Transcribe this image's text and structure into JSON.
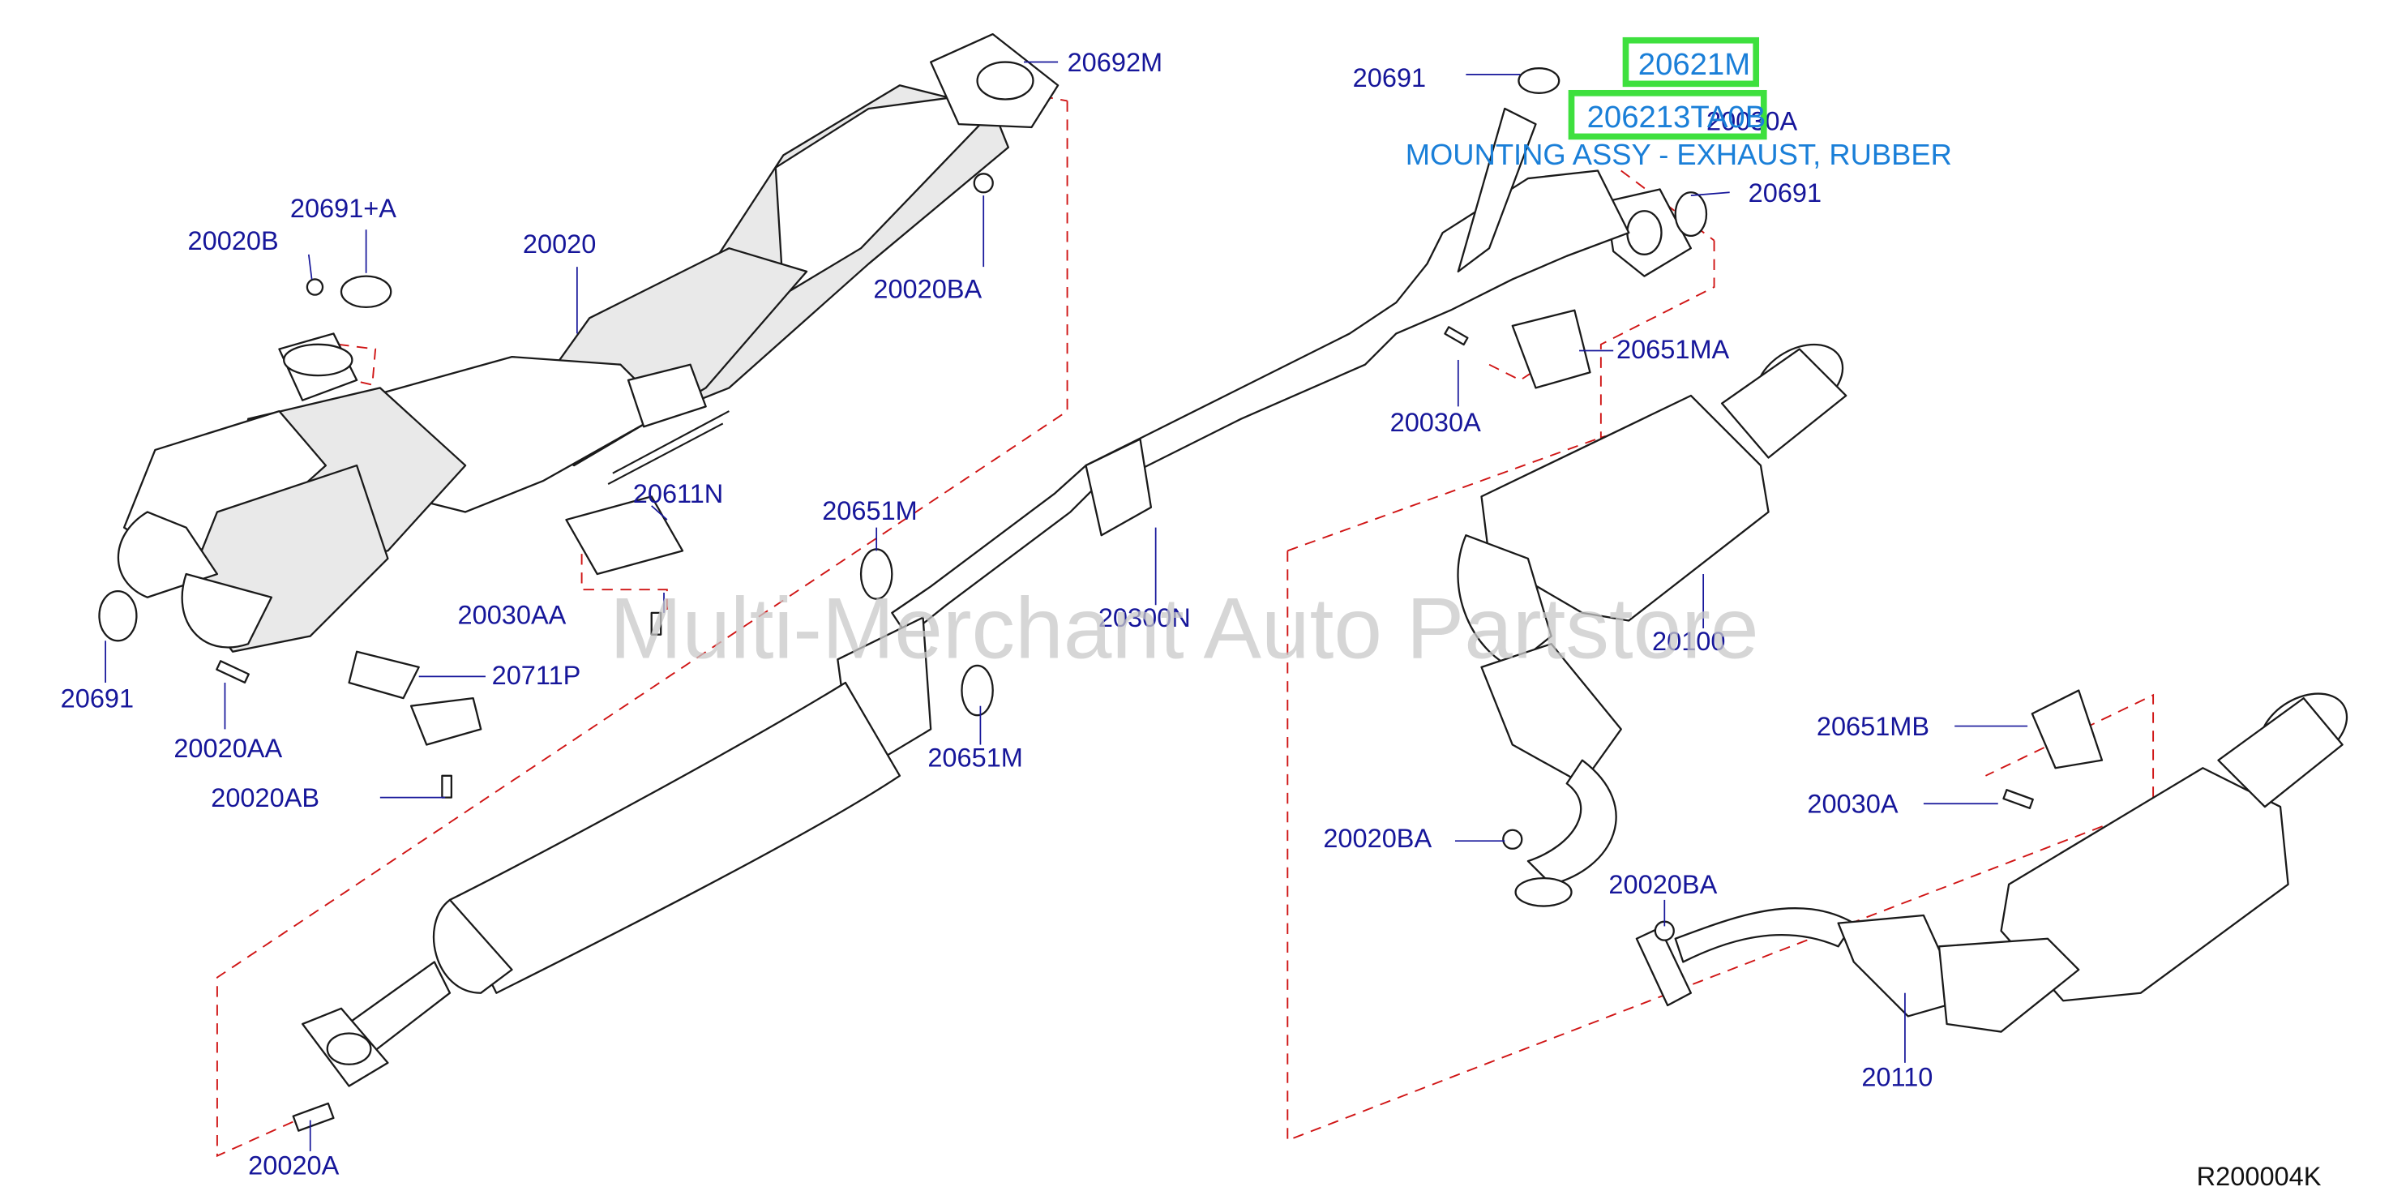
{
  "diagram_code": "R200004K",
  "watermark": "Multi-Merchant Auto Partstore",
  "highlights": {
    "part_a": "20621M",
    "part_b": "20621-3TA0B",
    "part_b_display": "206213TA0B"
  },
  "tooltip": "MOUNTING ASSY - EXHAUST, RUBBER",
  "callouts": {
    "c20692M": "20692M",
    "c20691_top": "20691",
    "c20030A_top": "20030A",
    "c20691_right": "20691",
    "c20691A": "20691+A",
    "c20020B": "20020B",
    "c20020": "20020",
    "c20020BA_top": "20020BA",
    "c20651MA": "20651MA",
    "c20030A_mid": "20030A",
    "c20611N": "20611N",
    "c20651M_top": "20651M",
    "c20030AA": "20030AA",
    "c20300N": "20300N",
    "c20100": "20100",
    "c20691_left": "20691",
    "c20711P": "20711P",
    "c20020AA": "20020AA",
    "c20651M_mid": "20651M",
    "c20020AB": "20020AB",
    "c20651MB": "20651MB",
    "c20030A_low": "20030A",
    "c20020BA_mid": "20020BA",
    "c20020BA_low": "20020BA",
    "c20020A": "20020A",
    "c20110": "20110"
  }
}
